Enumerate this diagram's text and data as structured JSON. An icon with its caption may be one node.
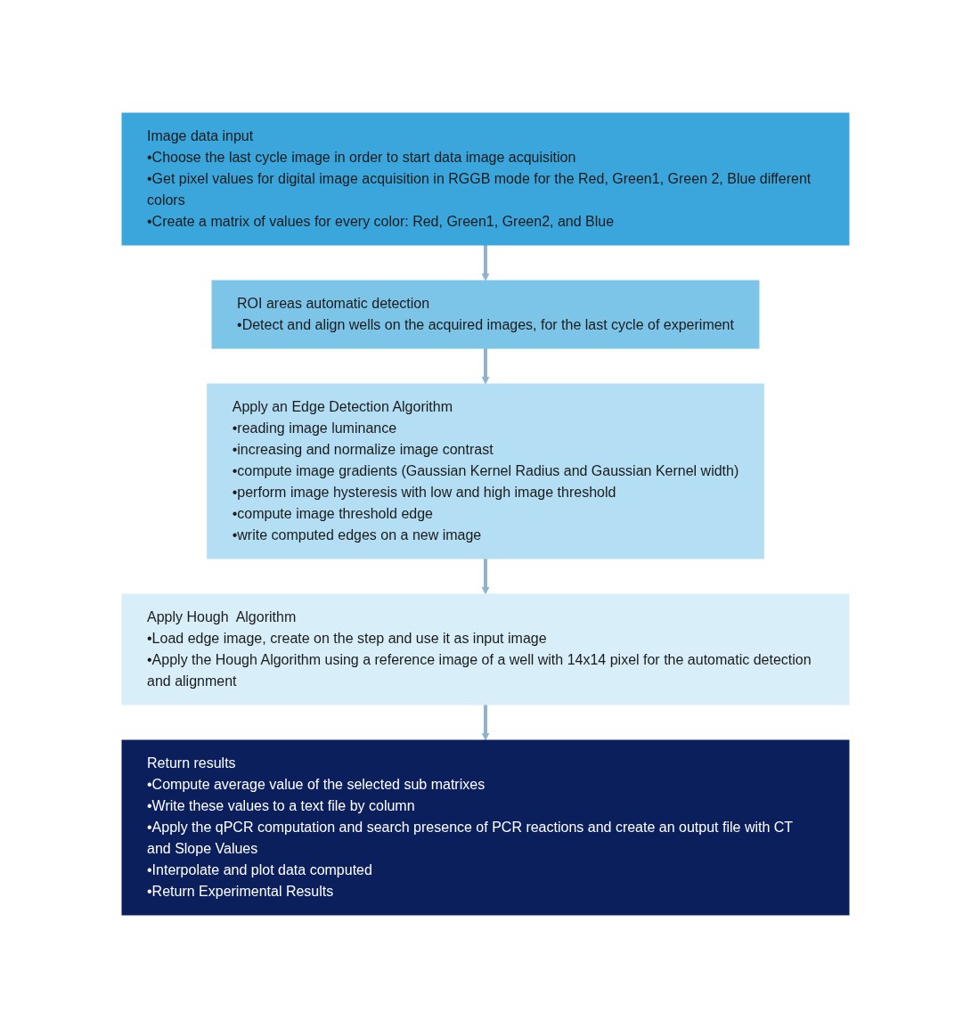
{
  "diagram": {
    "nodes": [
      {
        "text": [
          "Image data input",
          "•Choose the last cycle image in order to start data image acquisition",
          "•Get pixel values for digital image acquisition in RGGB mode for the Red, Green1, Green 2, Blue different colors",
          "•Create a matrix of values for every color: Red, Green1, Green2, and Blue"
        ]
      },
      {
        "text": [
          "ROI areas automatic detection",
          "•Detect and align wells on the acquired images, for the last cycle of experiment"
        ]
      },
      {
        "text": [
          "Apply an Edge Detection Algorithm",
          "•reading image luminance",
          "•increasing and normalize image contrast",
          "•compute image gradients (Gaussian Kernel Radius and Gaussian Kernel width)",
          "•perform image hysteresis with low and high image threshold",
          "•compute image threshold edge",
          "•write computed edges on a new image"
        ]
      },
      {
        "text": [
          "Apply Hough  Algorithm",
          "•Load edge image, create on the step and use it as input image",
          "•Apply the Hough Algorithm using a reference image of a well with 14x14 pixel for the automatic detection and alignment"
        ]
      },
      {
        "text": [
          "Return results",
          "•Compute average value of the selected sub matrixes",
          "•Write these values to a text file by column",
          "•Apply the qPCR computation and search presence of PCR reactions and create an output file with CT and Slope Values",
          "•Interpolate and plot data computed",
          "•Return Experimental Results"
        ]
      }
    ],
    "edges": [
      {
        "from": 0,
        "to": 1,
        "arrow": "to"
      },
      {
        "from": 1,
        "to": 2,
        "arrow": "to"
      },
      {
        "from": 2,
        "to": 3,
        "arrow": "to"
      },
      {
        "from": 3,
        "to": 4,
        "arrow": "to"
      }
    ]
  }
}
